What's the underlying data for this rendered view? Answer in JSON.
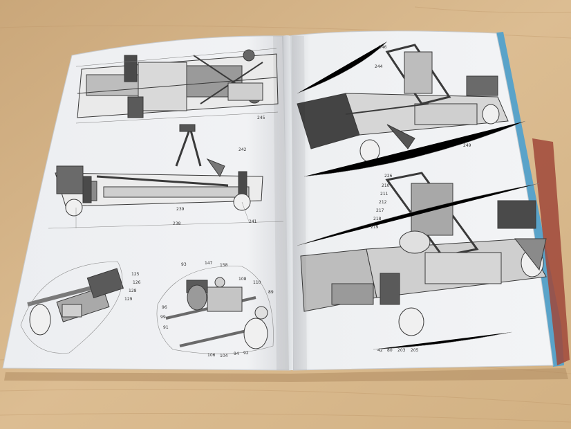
{
  "scene": {
    "subject": "open-assembly-booklet",
    "table_color": "#d9b98d",
    "table_shadow_color": "#b89468",
    "paper_color": "#f1f2f4",
    "paper_shade_color": "#d3d6da",
    "ink_color": "#3a3a3a",
    "part_fill_light": "#e6e6e6",
    "part_fill_mid": "#9a9a9a",
    "part_fill_dark": "#4a4a4a"
  },
  "left_page": {
    "callouts_top": [
      "245"
    ],
    "callouts_middle": [
      "242",
      "239",
      "238",
      "241"
    ],
    "callouts_bottom_left": [
      "125",
      "126",
      "128",
      "129"
    ],
    "callouts_bottom_right": [
      "93",
      "147",
      "158",
      "108",
      "110",
      "89",
      "96",
      "99",
      "91",
      "106",
      "104",
      "94",
      "92"
    ]
  },
  "right_page": {
    "callouts_top": [
      "246",
      "244",
      "249"
    ],
    "callouts_bottom": [
      "226",
      "210",
      "211",
      "212",
      "217",
      "218",
      "219",
      "42",
      "80",
      "203",
      "205"
    ]
  }
}
